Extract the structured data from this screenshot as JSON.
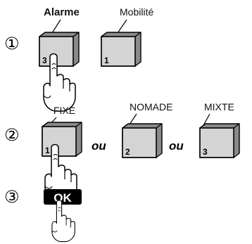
{
  "steps": [
    {
      "marker": "①"
    },
    {
      "marker": "②"
    },
    {
      "marker": "③"
    }
  ],
  "step1": {
    "keys": [
      {
        "label": "Alarme",
        "digit": "3"
      },
      {
        "label": "Mobilité",
        "digit": "1"
      }
    ]
  },
  "step2": {
    "keys": [
      {
        "label": "FIXE",
        "digit": "1"
      },
      {
        "label": "NOMADE",
        "digit": "2"
      },
      {
        "label": "MIXTE",
        "digit": "3"
      }
    ],
    "separator": "ou"
  },
  "step3": {
    "ok_label": "OK"
  },
  "colors": {
    "key_face": "#cfcfcf",
    "key_edge": "#000000",
    "ok_background": "#000000",
    "ok_text": "#ffffff"
  },
  "icons": [
    "hand-pointer-icon"
  ]
}
